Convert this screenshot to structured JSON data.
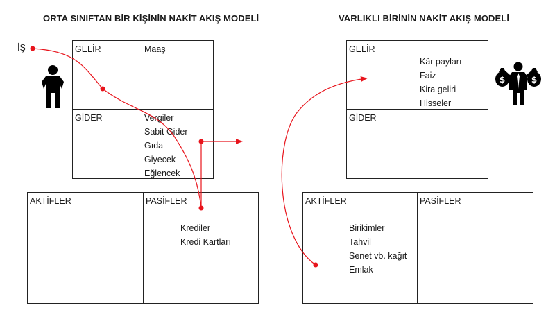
{
  "left": {
    "title": "ORTA SINIFTAN BİR KİŞİNİN NAKİT AKIŞ MODELİ",
    "source_label": "İŞ",
    "income": {
      "label": "GELİR",
      "items": [
        "Maaş"
      ]
    },
    "expense": {
      "label": "GİDER",
      "items": [
        "Vergiler",
        "Sabit Gider",
        "Gıda",
        "Giyecek",
        "Eğlencek"
      ]
    },
    "assets": {
      "label": "AKTİFLER",
      "items": []
    },
    "liabilities": {
      "label": "PASİFLER",
      "items": [
        "Krediler",
        "Kredi Kartları"
      ]
    },
    "icon": "person-icon"
  },
  "right": {
    "title": "VARLIKLI BİRİNİN NAKİT AKIŞ MODELİ",
    "income": {
      "label": "GELİR",
      "items": [
        "Kâr payları",
        "Faiz",
        "Kira geliri",
        "Hisseler"
      ]
    },
    "expense": {
      "label": "GİDER",
      "items": []
    },
    "assets": {
      "label": "AKTİFLER",
      "items": [
        "Birikimler",
        "Tahvil",
        "Senet vb. kağıt",
        "Emlak"
      ]
    },
    "liabilities": {
      "label": "PASİFLER",
      "items": []
    },
    "icon": "person-with-money-bags-icon"
  },
  "colors": {
    "flow": "#e8141c",
    "border": "#222222",
    "text": "#1a1a1a"
  }
}
